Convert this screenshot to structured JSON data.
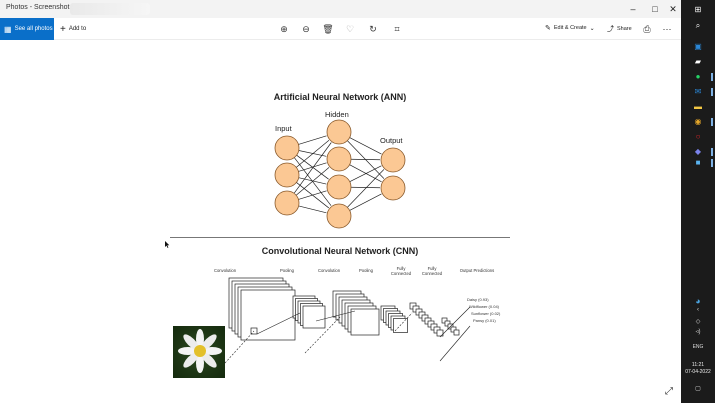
{
  "window": {
    "title": "Photos - Screenshot.png",
    "minimize_icon": "minimize-icon",
    "maximize_icon": "maximize-icon",
    "close_icon": "close-icon"
  },
  "toolbar": {
    "see_all_label": "See all photos",
    "add_to_label": "Add to",
    "edit_create_label": "Edit & Create",
    "share_label": "Share",
    "icons": [
      "zoom-in-icon",
      "zoom-out-icon",
      "delete-icon",
      "favorite-icon",
      "rotate-icon",
      "crop-icon",
      "print-icon",
      "more-icon"
    ]
  },
  "diagram": {
    "ann_title": "Artificial Neural Network (ANN)",
    "input_label": "Input",
    "hidden_label": "Hidden",
    "output_label": "Output",
    "cnn_title": "Convolutional Neural Network (CNN)",
    "cnn_stages": [
      "Convolution",
      "Pooling",
      "Convolution",
      "Pooling",
      "Fully Connected",
      "Fully Connected",
      "Output Predictions"
    ],
    "predictions": [
      "Daisy (0.93)",
      "Wildflower (0.04)",
      "Sunflower (0.02)",
      "Pansy (0.01)"
    ],
    "neuron_color": "#fbc894",
    "neuron_stroke": "#8a5a2b"
  },
  "taskbar": {
    "time": "11:21",
    "date": "07-04-2022",
    "language": "ENG",
    "apps": [
      "windows-icon",
      "search-icon",
      "store-icon",
      "bag-icon",
      "whatsapp-icon",
      "mail-icon",
      "folder-icon",
      "chrome-icon",
      "opera-icon",
      "teams-icon",
      "photos-icon"
    ]
  }
}
